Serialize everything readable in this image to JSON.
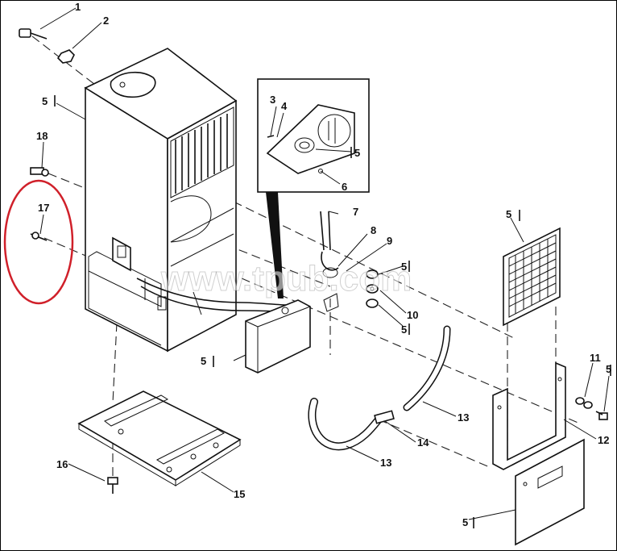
{
  "callouts": {
    "c1": "1",
    "c2": "2",
    "c3": "3",
    "c4": "4",
    "c5_cabinet": "5",
    "c5_panel": "5",
    "c5_filter": "5",
    "c5_nut_a": "5",
    "c5_nut_b": "5",
    "c5_box": "5",
    "c5_bolt": "5",
    "c5_cover": "5",
    "c6": "6",
    "c7": "7",
    "c8": "8",
    "c9": "9",
    "c10": "10",
    "c11": "11",
    "c12": "12",
    "c13_upper": "13",
    "c13_lower": "13",
    "c14": "14",
    "c15": "15",
    "c16": "16",
    "c17": "17",
    "c18": "18"
  },
  "watermark": "www.tpub.com",
  "colors": {
    "line": "#111111",
    "highlight_circle": "#d0202a",
    "background": "#ffffff"
  }
}
